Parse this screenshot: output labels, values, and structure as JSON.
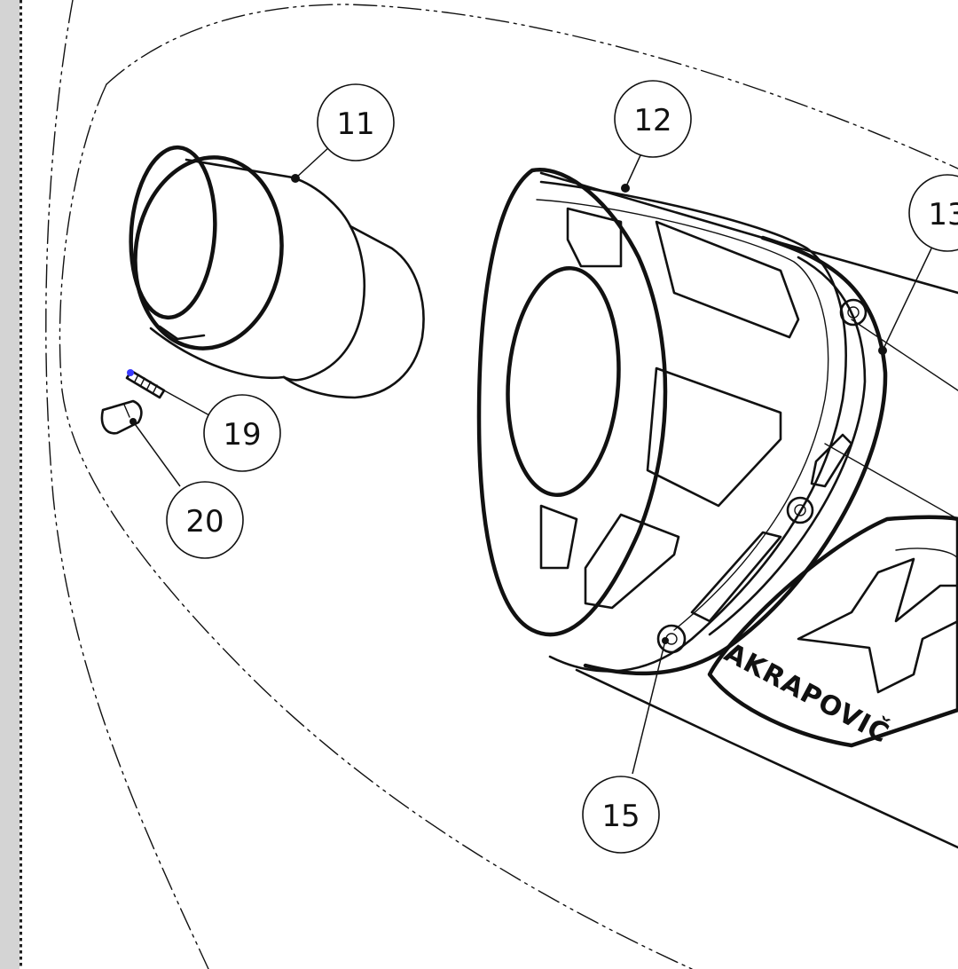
{
  "diagram": {
    "callouts": [
      {
        "id": "callout-11",
        "label": "11"
      },
      {
        "id": "callout-12",
        "label": "12"
      },
      {
        "id": "callout-13",
        "label": "13"
      },
      {
        "id": "callout-15",
        "label": "15"
      },
      {
        "id": "callout-19",
        "label": "19"
      },
      {
        "id": "callout-20",
        "label": "20"
      }
    ],
    "logo_text": "AKRAPOVIČ",
    "colors": {
      "line": "#111111",
      "rail": "#d4d4d4",
      "background": "#ffffff",
      "screw_tip": "#3a3aff"
    }
  }
}
